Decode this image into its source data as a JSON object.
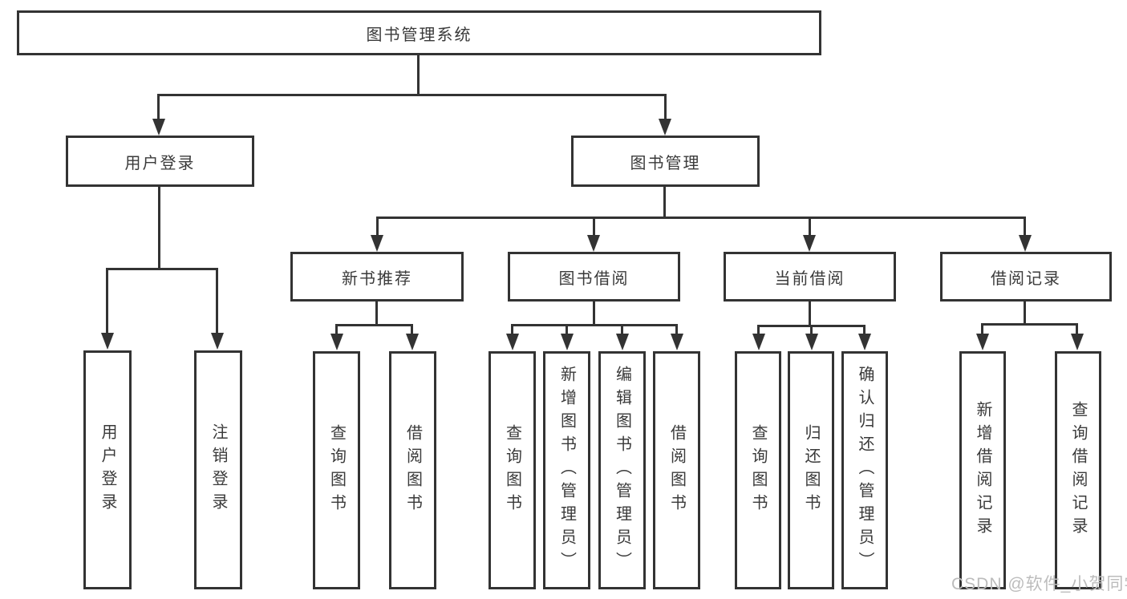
{
  "tree": {
    "label": "图书管理系统",
    "children": [
      {
        "label": "用户登录",
        "children": [
          {
            "label": "用户登录"
          },
          {
            "label": "注销登录"
          }
        ]
      },
      {
        "label": "图书管理",
        "children": [
          {
            "label": "新书推荐",
            "children": [
              {
                "label": "查询图书"
              },
              {
                "label": "借阅图书"
              }
            ]
          },
          {
            "label": "图书借阅",
            "children": [
              {
                "label": "查询图书"
              },
              {
                "label": "新增图书（管理员）"
              },
              {
                "label": "编辑图书（管理员）"
              },
              {
                "label": "借阅图书"
              }
            ]
          },
          {
            "label": "当前借阅",
            "children": [
              {
                "label": "查询图书"
              },
              {
                "label": "归还图书"
              },
              {
                "label": "确认归还（管理员）"
              }
            ]
          },
          {
            "label": "借阅记录",
            "children": [
              {
                "label": "新增借阅记录"
              },
              {
                "label": "查询借阅记录"
              }
            ]
          }
        ]
      }
    ]
  },
  "watermark": {
    "text": "CSDN @软件_小贺同学"
  },
  "colors": {
    "line": "#333333",
    "text": "#3a3a3a",
    "box_background": "#ffffff",
    "page_background": "#ffffff",
    "watermark": "#bcbcbc"
  }
}
